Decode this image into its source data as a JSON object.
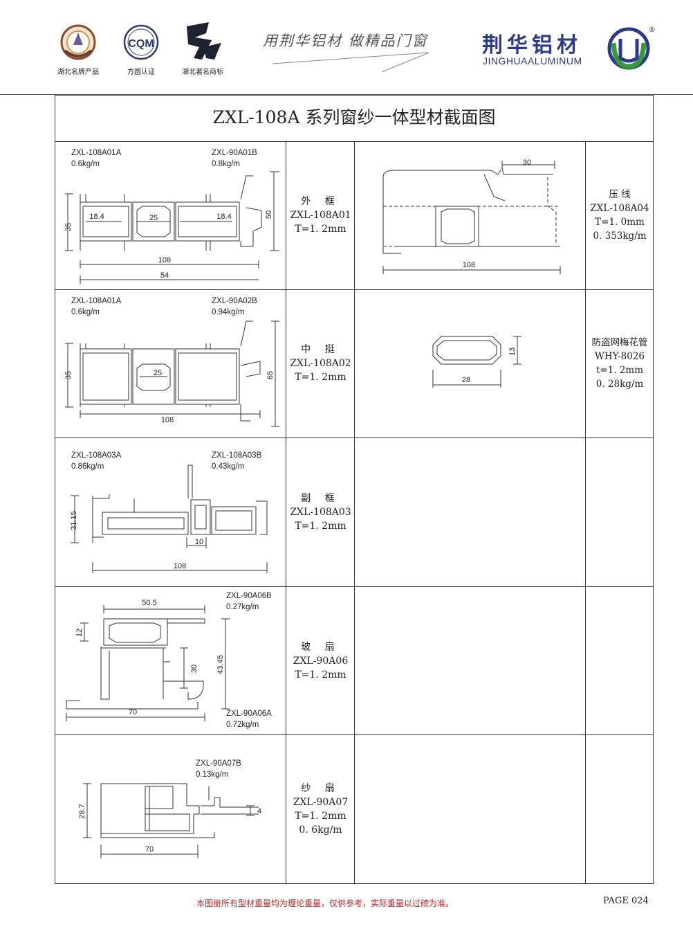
{
  "header": {
    "certifications": [
      {
        "label": "湖北名牌产品",
        "icon": "hubei-brand-badge-icon"
      },
      {
        "label": "方圆认证",
        "icon": "cqm-certification-icon",
        "logo_text": "CQM"
      },
      {
        "label": "湖北著名商标",
        "icon": "famous-trademark-icon"
      }
    ],
    "slogan": "用荆华铝材   做精品门窗",
    "brand_cn": "荆华铝材",
    "brand_en": "JINGHUAALUMINUM",
    "registered_mark": "®"
  },
  "page_title": "ZXL-108A 系列窗纱一体型材截面图",
  "rows": [
    {
      "left_codes": {
        "a": "ZXL-108A01A",
        "a_weight": "0.6kg/m",
        "b": "ZXL-90A01B",
        "b_weight": "0.8kg/m"
      },
      "dims": {
        "w1": "18.4",
        "w2": "25",
        "w3": "18.4",
        "h1": "35",
        "h2": "50",
        "total": "108",
        "half": "54"
      },
      "name": "外 框",
      "code": "ZXL-108A01",
      "thickness": "T=1. 2mm",
      "right_dims": {
        "top": "30",
        "width": "108"
      },
      "right_text": {
        "name": "压 线",
        "code": "ZXL-108A04",
        "thickness": "T=1. 0mm",
        "weight": "0. 353kg/m"
      }
    },
    {
      "left_codes": {
        "a": "ZXL-108A01A",
        "a_weight": "0.6kg/m",
        "b": "ZXL-90A02B",
        "b_weight": "0.94kg/m"
      },
      "dims": {
        "w2": "25",
        "h1": "35",
        "h2": "65",
        "total": "108"
      },
      "name": "中 挺",
      "code": "ZXL-108A02",
      "thickness": "T=1. 2mm",
      "right_dims": {
        "width": "28",
        "height": "13"
      },
      "right_text": {
        "name": "防盗网梅花管",
        "code": "WHY-8026",
        "thickness": "t=1. 2mm",
        "weight": "0. 28kg/m"
      }
    },
    {
      "left_codes": {
        "a": "ZXL-108A03A",
        "a_weight": "0.86kg/m",
        "b": "ZXL-108A03B",
        "b_weight": "0.43kg/m"
      },
      "dims": {
        "h1": "31.15",
        "w": "10",
        "total": "108"
      },
      "name": "副 框",
      "code": "ZXL-108A03",
      "thickness": "T=1. 2mm"
    },
    {
      "left_codes": {
        "a": "ZXL-90A06A",
        "a_weight": "0.72kg/m",
        "b": "ZXL-90A06B",
        "b_weight": "0.27kg/m"
      },
      "dims": {
        "top": "50.5",
        "h1": "12",
        "h2": "30",
        "h3": "43.45",
        "bottom": "70"
      },
      "name": "玻 扇",
      "code": "ZXL-90A06",
      "thickness": "T=1. 2mm"
    },
    {
      "left_codes": {
        "b": "ZXL-90A07B",
        "b_weight": "0.13kg/m"
      },
      "dims": {
        "h1": "28.7",
        "h2": "4",
        "bottom": "70"
      },
      "name": "纱 扇",
      "code": "ZXL-90A07",
      "thickness": "T=1. 2mm",
      "weight": "0. 6kg/m"
    }
  ],
  "footer": {
    "note": "本图册所有型材重量均为理论重量，仅供参考，实际重量以过磅为准。",
    "page": "PAGE 024"
  },
  "colors": {
    "brand_blue": "#2c3a8c",
    "brand_green": "#3a9a3a",
    "note_red": "#c82020",
    "line": "#333333"
  }
}
